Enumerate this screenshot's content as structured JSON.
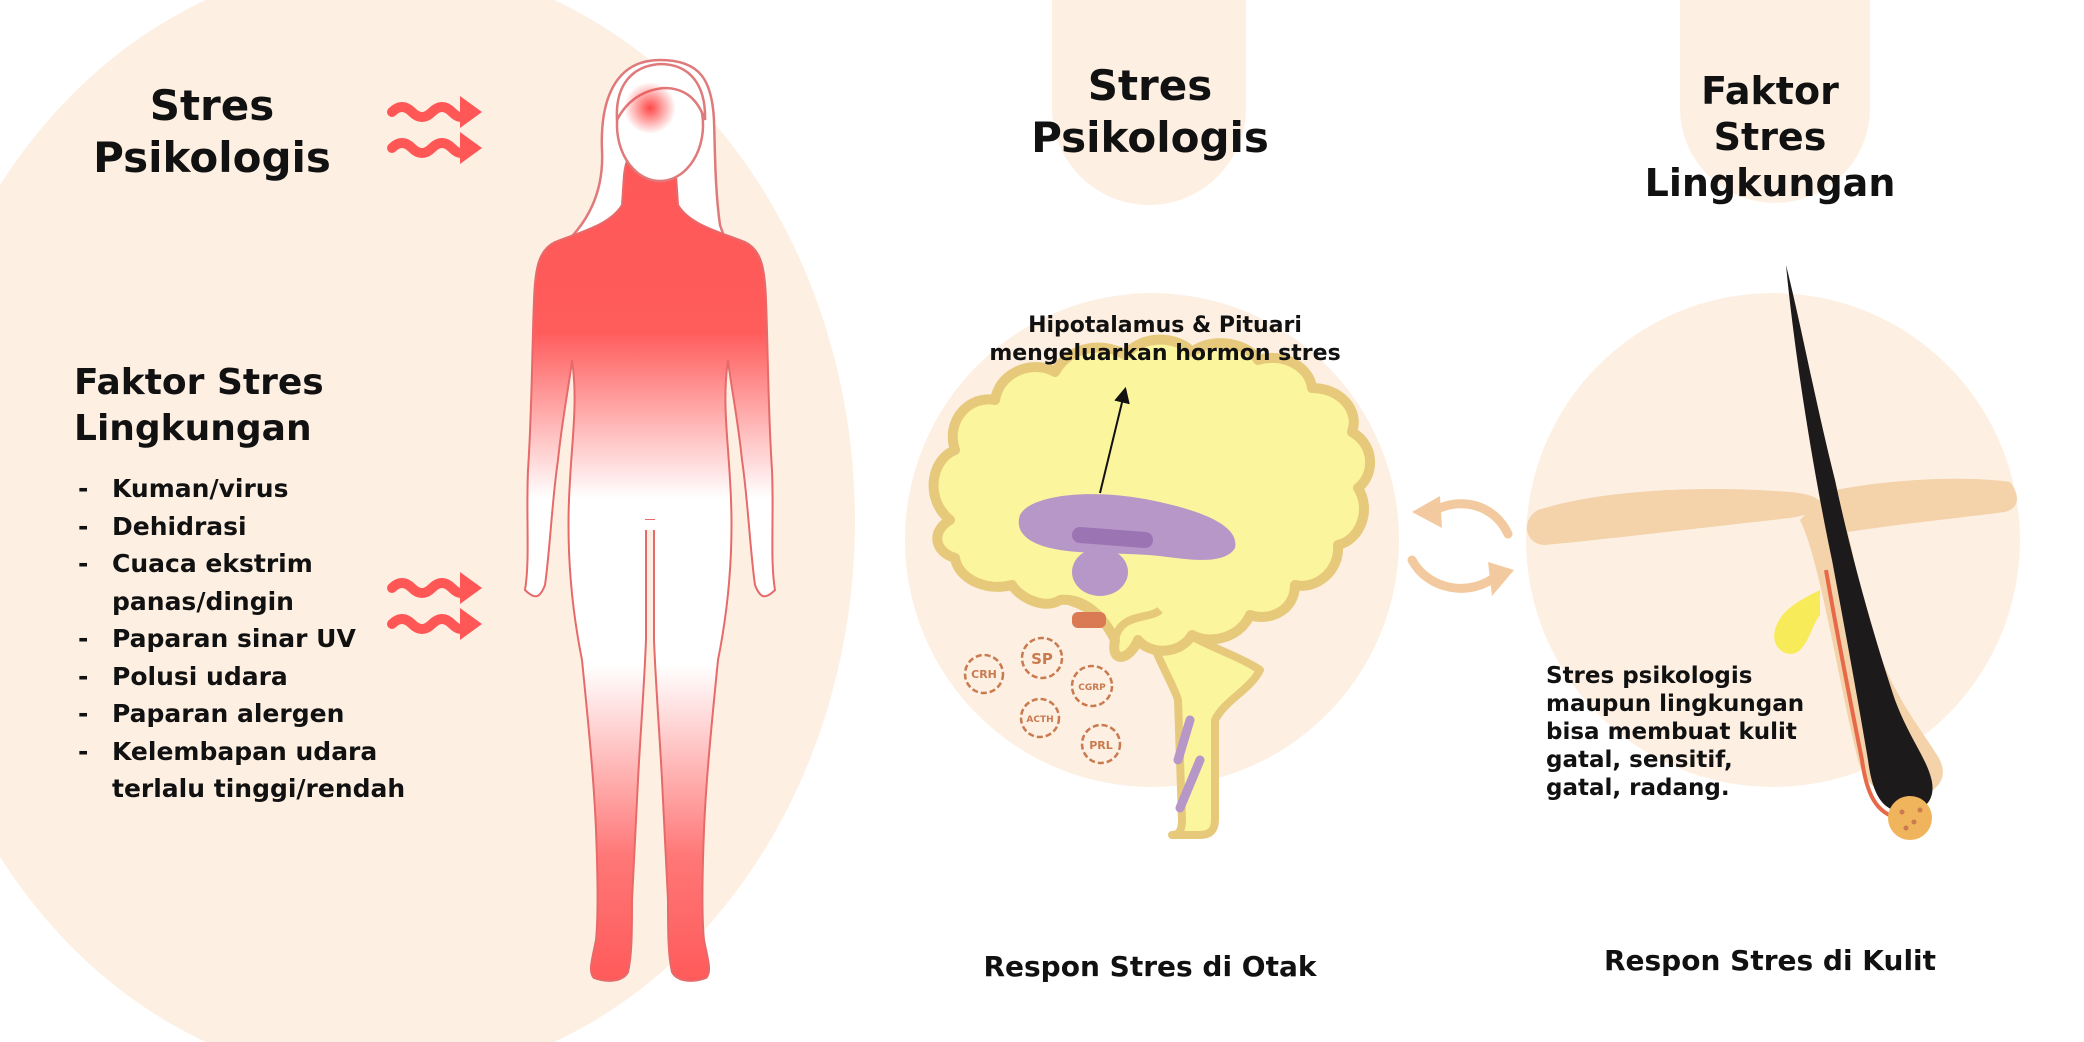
{
  "left_panel": {
    "psych_title": "Stres Psikologis",
    "env_title": "Faktor Stres Lingkungan",
    "env_factors": [
      "Kuman/virus",
      "Dehidrasi",
      "Cuaca ekstrim panas/dingin",
      "Paparan sinar UV",
      "Polusi udara",
      "Paparan alergen",
      "Kelembapan udara terlalu tinggi/rendah"
    ]
  },
  "brain_panel": {
    "title": "Stres Psikologis",
    "hormone_label": "Hipotalamus & Pituari mengeluarkan hormon stres",
    "hormones": [
      "CRH",
      "SP",
      "CGRP",
      "ACTH",
      "PRL"
    ],
    "caption": "Respon Stres di Otak"
  },
  "skin_panel": {
    "title": "Faktor Stres Lingkungan",
    "note": "Stres psikologis maupun lingkungan bisa membuat kulit gatal, sensitif, gatal, radang.",
    "caption": "Respon Stres di Kulit"
  },
  "colors": {
    "beige_bg": "#fdf0e3",
    "body_red": "#ff5c5c",
    "brain_yellow": "#fbf59e",
    "brain_outline": "#e7c97c",
    "limbic_purple": "#b796c8",
    "hair_dark": "#1d1a1c"
  }
}
